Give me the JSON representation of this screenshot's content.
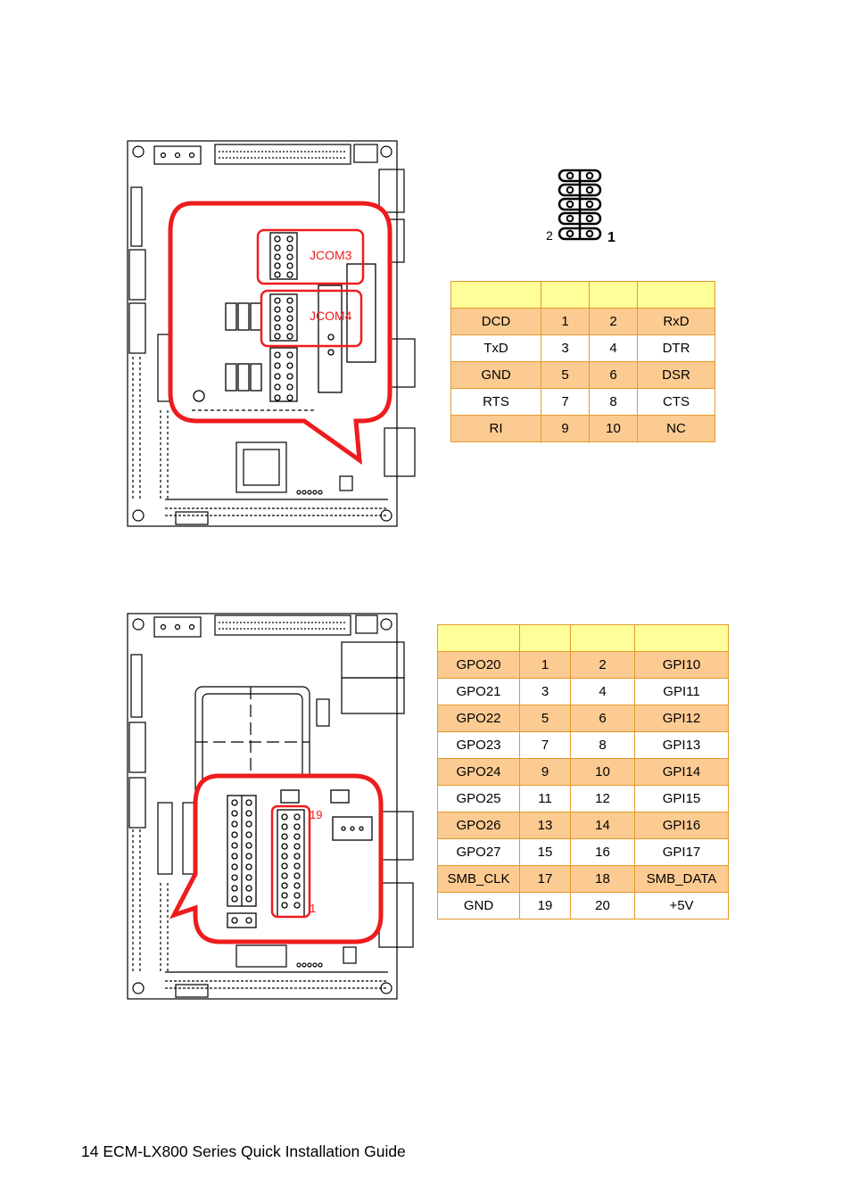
{
  "jcom_board": {
    "label_jcom3": "JCOM3",
    "label_jcom4": "JCOM4"
  },
  "header_icon": {
    "pin_left": "2",
    "pin_right": "1"
  },
  "gpio_board": {
    "label_top": "19",
    "label_bottom": "1"
  },
  "com_table": {
    "rows": [
      [
        "DCD",
        "1",
        "2",
        "RxD"
      ],
      [
        "TxD",
        "3",
        "4",
        "DTR"
      ],
      [
        "GND",
        "5",
        "6",
        "DSR"
      ],
      [
        "RTS",
        "7",
        "8",
        "CTS"
      ],
      [
        "RI",
        "9",
        "10",
        "NC"
      ]
    ]
  },
  "gpio_table": {
    "rows": [
      [
        "GPO20",
        "1",
        "2",
        "GPI10"
      ],
      [
        "GPO21",
        "3",
        "4",
        "GPI11"
      ],
      [
        "GPO22",
        "5",
        "6",
        "GPI12"
      ],
      [
        "GPO23",
        "7",
        "8",
        "GPI13"
      ],
      [
        "GPO24",
        "9",
        "10",
        "GPI14"
      ],
      [
        "GPO25",
        "11",
        "12",
        "GPI15"
      ],
      [
        "GPO26",
        "13",
        "14",
        "GPI16"
      ],
      [
        "GPO27",
        "15",
        "16",
        "GPI17"
      ],
      [
        "SMB_CLK",
        "17",
        "18",
        "SMB_DATA"
      ],
      [
        "GND",
        "19",
        "20",
        "+5V"
      ]
    ]
  },
  "footer": {
    "text": "14 ECM-LX800 Series Quick Installation Guide"
  },
  "colors": {
    "callout": "#ee1c1c",
    "header_row": "#ffff99",
    "shaded_row": "#fccb92",
    "table_border": "#e39a2a"
  }
}
